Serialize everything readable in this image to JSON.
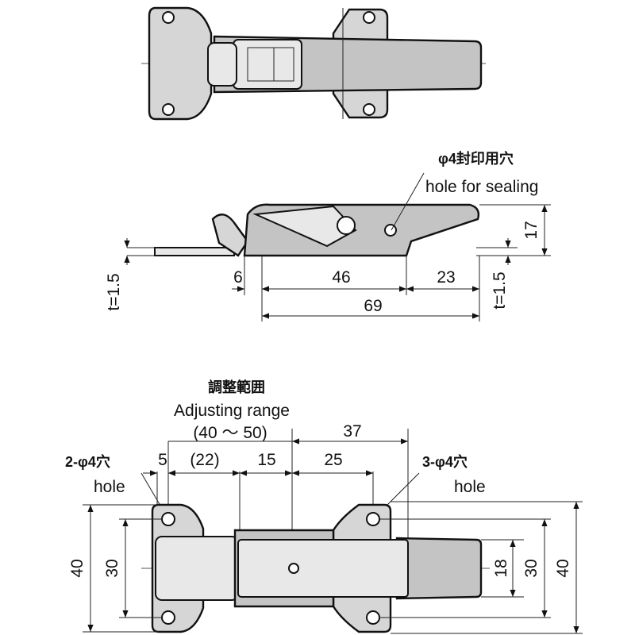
{
  "side_view": {
    "seal_hole_jp": "φ4封印用穴",
    "seal_hole_en": "hole for sealing",
    "dims": {
      "thickness_left": "t=1.5",
      "thickness_right": "t=1.5",
      "offset": "6",
      "span": "46",
      "tail": "23",
      "height": "17",
      "total": "69"
    }
  },
  "plan_view": {
    "adjust_jp": "調整範囲",
    "adjust_en": "Adjusting range",
    "adjust_range": "(40 ～ 50)",
    "dims": {
      "to_right_hole": "37",
      "edge": "5",
      "adjust_ref": "(22)",
      "gap": "15",
      "hole_pitch": "25",
      "left_width": "40",
      "left_pitch": "30",
      "strap_width": "18",
      "right_pitch": "30",
      "right_width": "40"
    },
    "left_hole_label": "2-φ4穴",
    "left_hole_en": "hole",
    "right_hole_label": "3-φ4穴",
    "right_hole_en": "hole"
  }
}
